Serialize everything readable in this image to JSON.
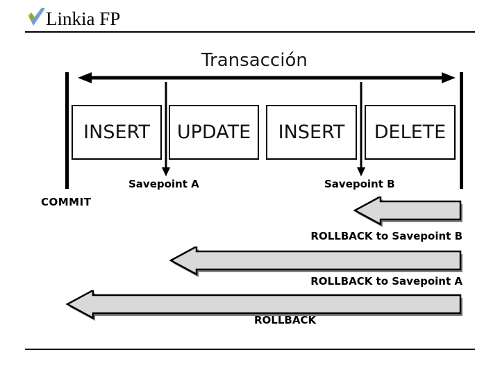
{
  "header": {
    "brand_name": "Linkia",
    "brand_suffix": "FP",
    "logo_icon": "checkmark-icon",
    "logo_colors": {
      "left_stroke": "#e8c23a",
      "right_stroke": "#6f9fd8",
      "joint": "#7a9a3c"
    }
  },
  "diagram": {
    "title": "Transacción",
    "span_arrow_icon": "double-headed-arrow-icon",
    "boundary_start_icon": "transaction-start-bar-icon",
    "boundary_end_icon": "transaction-end-bar-icon",
    "operations": [
      {
        "label": "INSERT"
      },
      {
        "label": "UPDATE"
      },
      {
        "label": "INSERT"
      },
      {
        "label": "DELETE"
      }
    ],
    "savepoints": [
      {
        "label": "Savepoint A",
        "marker_icon": "down-arrow-icon"
      },
      {
        "label": "Savepoint B",
        "marker_icon": "down-arrow-icon"
      }
    ],
    "commit_label": "COMMIT",
    "rollbacks": [
      {
        "label": "ROLLBACK to Savepoint B",
        "arrow_icon": "left-block-arrow-icon"
      },
      {
        "label": "ROLLBACK to Savepoint A",
        "arrow_icon": "left-block-arrow-icon"
      },
      {
        "label": "ROLLBACK",
        "arrow_icon": "left-block-arrow-icon"
      }
    ],
    "colors": {
      "arrow_fill": "#d9d9d9",
      "arrow_outline": "#000000",
      "arrow_shadow": "#808080",
      "line": "#000000",
      "box_fill": "#ffffff"
    }
  }
}
